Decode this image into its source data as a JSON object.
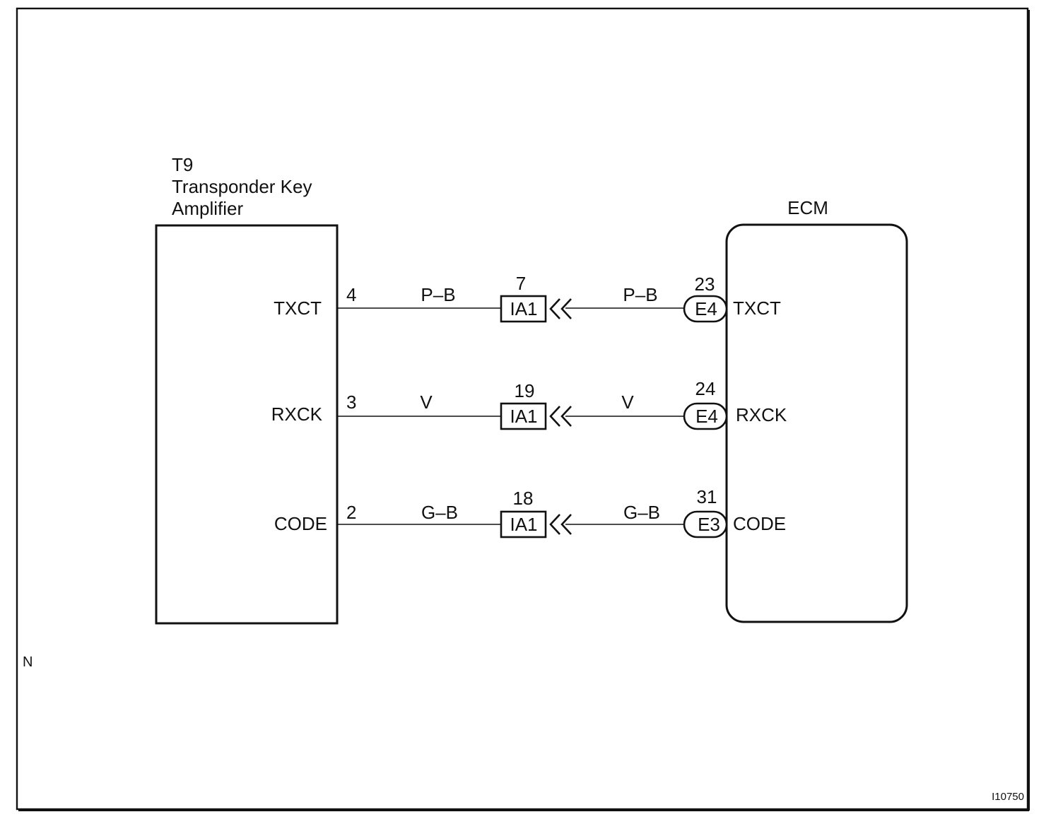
{
  "amplifier": {
    "code": "T9",
    "name_line1": "Transponder Key",
    "name_line2": "Amplifier"
  },
  "ecm": {
    "name": "ECM"
  },
  "circuits": [
    {
      "signal": "TXCT",
      "amp_pin": "4",
      "wire_left": "P–B",
      "junction_pin": "7",
      "junction": "IA1",
      "wire_right": "P–B",
      "ecm_pin": "23",
      "ecm_connector": "E4",
      "ecm_signal": "TXCT"
    },
    {
      "signal": "RXCK",
      "amp_pin": "3",
      "wire_left": "V",
      "junction_pin": "19",
      "junction": "IA1",
      "wire_right": "V",
      "ecm_pin": "24",
      "ecm_connector": "E4",
      "ecm_signal": "RXCK"
    },
    {
      "signal": "CODE",
      "amp_pin": "2",
      "wire_left": "G–B",
      "junction_pin": "18",
      "junction": "IA1",
      "wire_right": "G–B",
      "ecm_pin": "31",
      "ecm_connector": "E3",
      "ecm_signal": "CODE"
    }
  ],
  "corner_mark": "N",
  "figure_id": "I10750"
}
